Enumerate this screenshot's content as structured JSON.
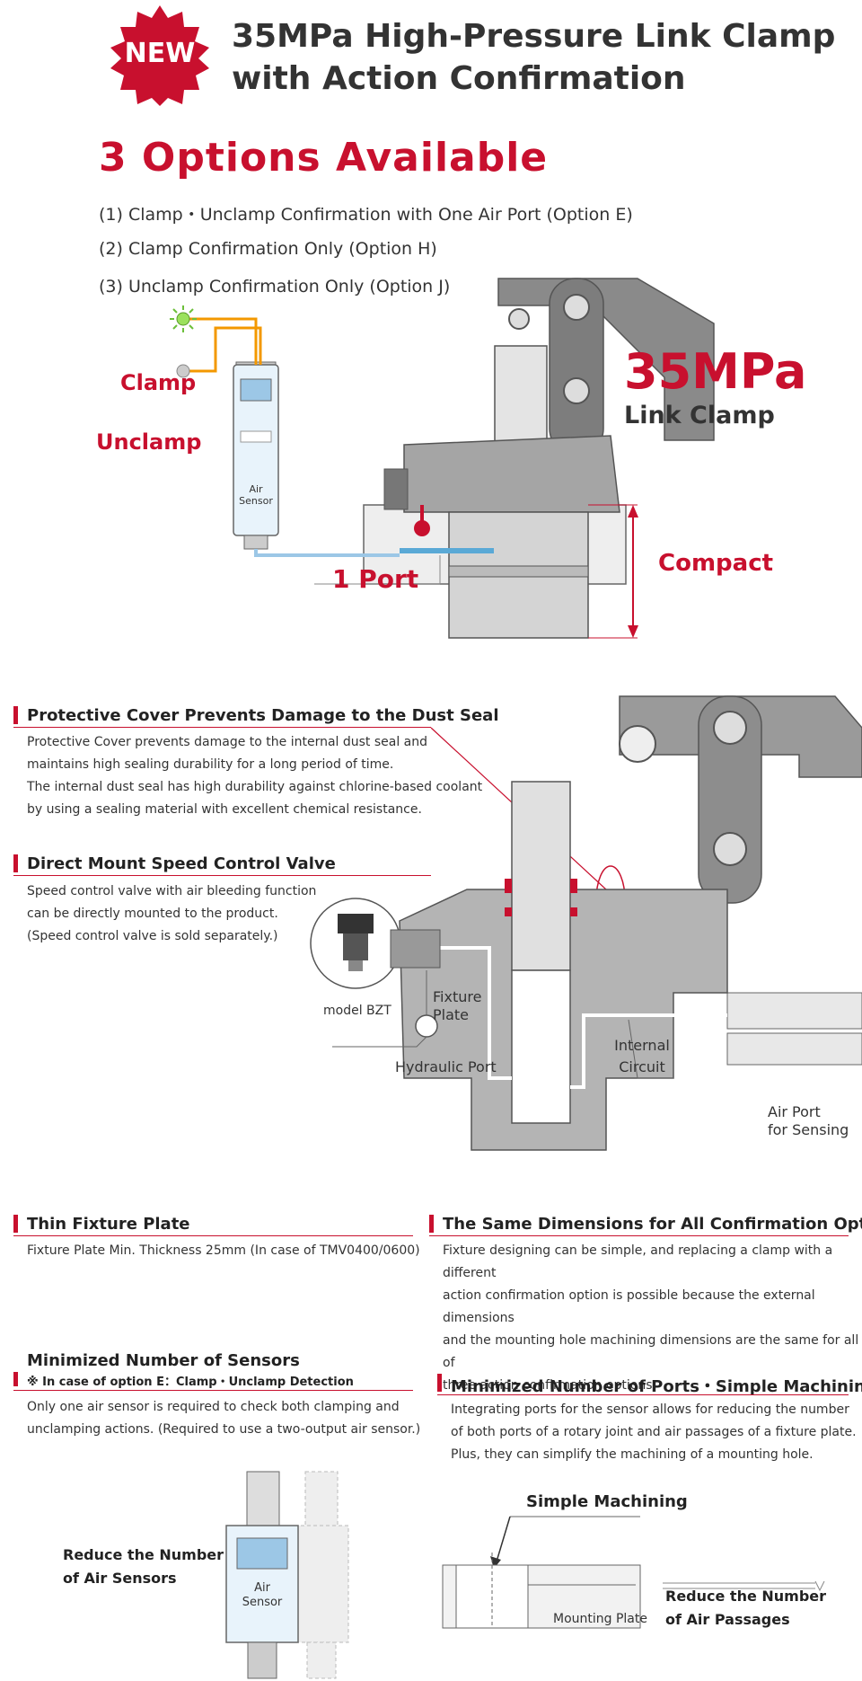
{
  "badge": "NEW",
  "title_line1": "35MPa High-Pressure Link Clamp",
  "title_line2": "with Action Confirmation",
  "options_heading": "3 Options Available",
  "options": [
    "(1) Clamp・Unclamp Confirmation with One Air Port (Option E)",
    "(2) Clamp Confirmation Only (Option H)",
    "(3) Unclamp Confirmation Only (Option J)"
  ],
  "hero": {
    "clamp_label": "Clamp",
    "unclamp_label": "Unclamp",
    "sensor_line1": "Air",
    "sensor_line2": "Sensor",
    "port_label": "1 Port",
    "mpa_label": "35MPa",
    "link_clamp_label": "Link Clamp",
    "compact_label": "Compact"
  },
  "sections": {
    "protective": {
      "title": "Protective Cover Prevents Damage to the Dust Seal",
      "lines": [
        "Protective Cover prevents damage to the internal dust seal and",
        "maintains high sealing durability for a long period of time.",
        "The internal dust seal has high durability against chlorine-based coolant",
        "by using a sealing material with excellent chemical resistance."
      ]
    },
    "valve": {
      "title": "Direct Mount Speed Control Valve",
      "lines": [
        "Speed control valve with air bleeding function",
        "can be directly mounted to the product.",
        "(Speed control valve is sold separately.)"
      ],
      "model": "model BZT"
    },
    "cutaway": {
      "fixture_line1": "Fixture",
      "fixture_line2": "Plate",
      "hydraulic": "Hydraulic Port",
      "internal_line1": "Internal",
      "internal_line2": "Circuit",
      "airport_line1": "Air Port",
      "airport_line2": "for Sensing"
    },
    "thin": {
      "title": "Thin Fixture Plate",
      "lines": [
        "Fixture Plate Min. Thickness 25mm (In case of TMV0400/0600)"
      ]
    },
    "same": {
      "title": "The Same Dimensions for All Confirmation Options",
      "lines": [
        "Fixture designing can be simple, and replacing a clamp with a different",
        "action confirmation option is possible because the external dimensions",
        "and the mounting hole machining dimensions are the same for all of",
        "three action confirmation options."
      ]
    },
    "sensors": {
      "title": "Minimized Number of Sensors",
      "note": "※ In case of option E：Clamp・Unclamp Detection",
      "lines": [
        "Only one air sensor is required to check both clamping and",
        "unclamping actions. (Required to use a two-output air sensor.)"
      ],
      "reduce_line1": "Reduce the Number",
      "reduce_line2": "of Air Sensors",
      "sensor_line1": "Air",
      "sensor_line2": "Sensor"
    },
    "ports": {
      "title": "Minimized Number of Ports・Simple Machining",
      "lines": [
        "Integrating ports for the sensor allows for reducing the number",
        "of both ports of a rotary joint and air passages of a fixture plate.",
        "Plus, they can simplify the machining of a mounting hole."
      ],
      "simple": "Simple Machining",
      "mounting": "Mounting Plate",
      "reduce_line1": "Reduce the Number",
      "reduce_line2": "of Air Passages"
    }
  },
  "colors": {
    "accent": "#c8102e",
    "orange": "#f39800",
    "blue": "#5aa9d6"
  }
}
